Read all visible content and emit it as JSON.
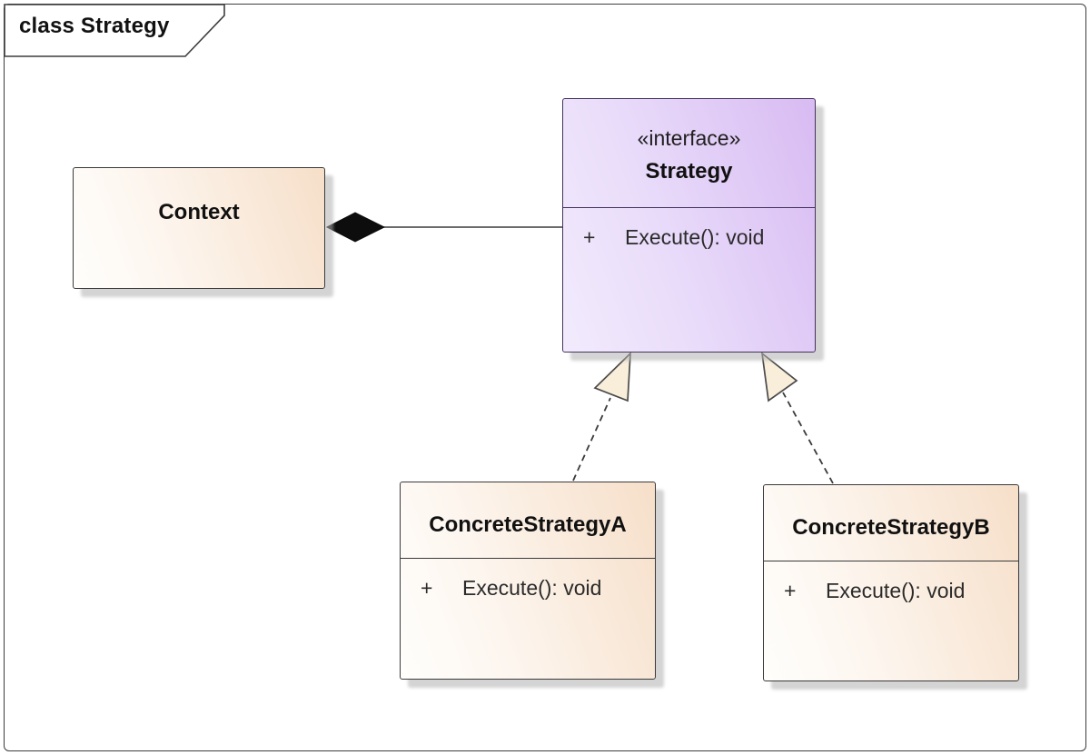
{
  "frame": {
    "label": "class Strategy"
  },
  "classes": {
    "context": {
      "name": "Context"
    },
    "strategy": {
      "stereotype": "«interface»",
      "name": "Strategy",
      "operations": [
        {
          "visibility": "+",
          "signature": "Execute(): void"
        }
      ]
    },
    "concreteA": {
      "name": "ConcreteStrategyA",
      "operations": [
        {
          "visibility": "+",
          "signature": "Execute(): void"
        }
      ]
    },
    "concreteB": {
      "name": "ConcreteStrategyB",
      "operations": [
        {
          "visibility": "+",
          "signature": "Execute(): void"
        }
      ]
    }
  },
  "relationships": [
    {
      "type": "composition",
      "from": "Context",
      "to": "Strategy"
    },
    {
      "type": "realization",
      "from": "ConcreteStrategyA",
      "to": "Strategy"
    },
    {
      "type": "realization",
      "from": "ConcreteStrategyB",
      "to": "Strategy"
    }
  ],
  "colors": {
    "interface_fill_light": "#f2ebfc",
    "interface_fill_dark": "#d8bbf2",
    "class_fill_light": "#fffefc",
    "class_fill_dark": "#f6dfc9",
    "triangle_fill": "#f8eeda",
    "diamond_fill": "#0d0d0d",
    "connector_stroke": "#3a3a3a",
    "frame_stroke": "#3d3d3d"
  }
}
